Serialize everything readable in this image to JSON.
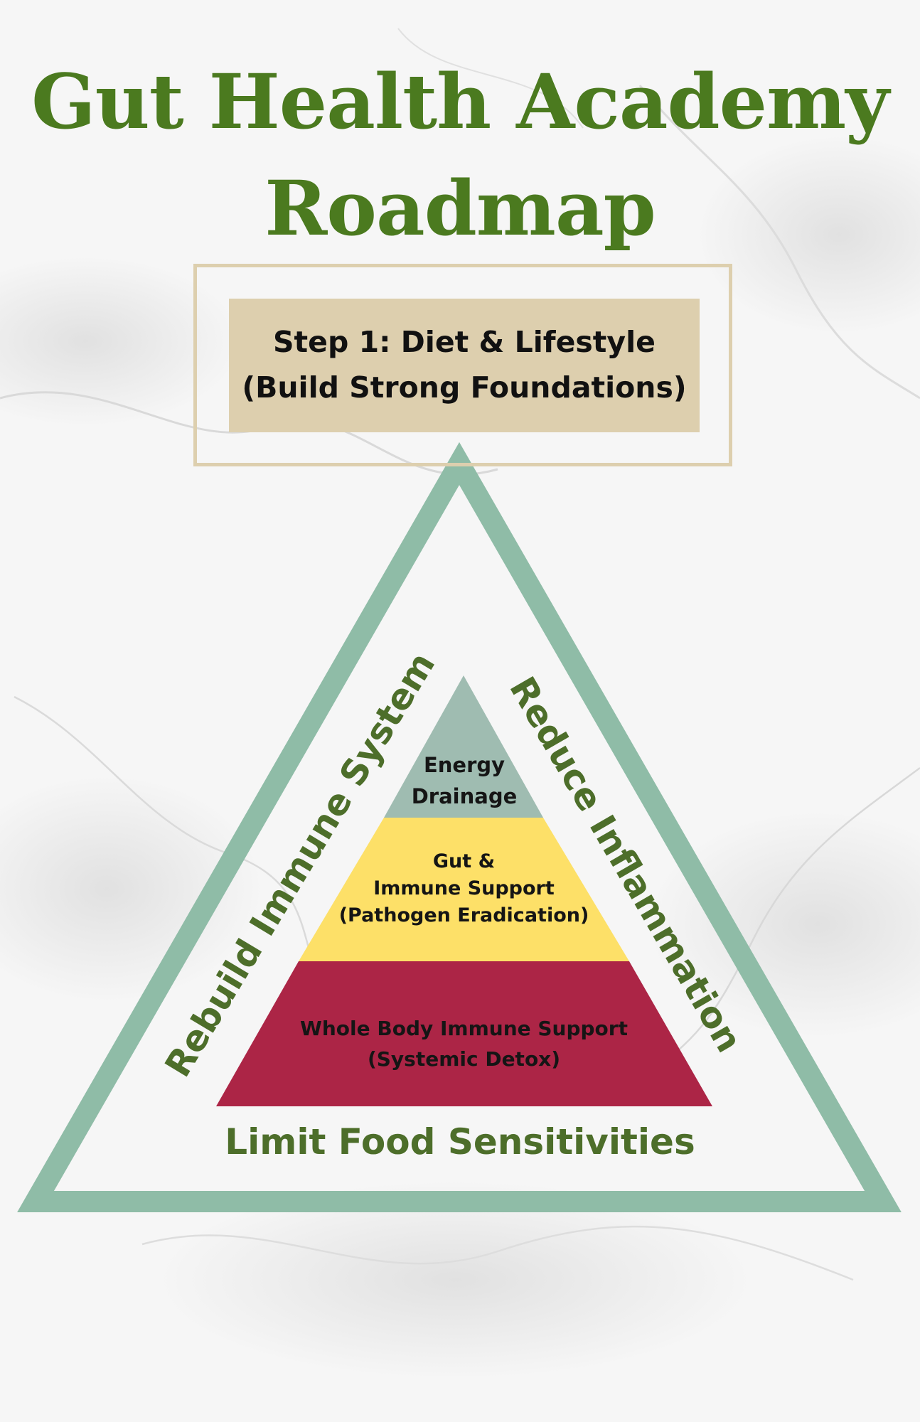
{
  "title": {
    "line1": "Gut Health Academy",
    "line2": "Roadmap"
  },
  "step": {
    "line1": "Step 1: Diet & Lifestyle",
    "line2": "(Build Strong Foundations)"
  },
  "pyramid": {
    "top": {
      "line1": "Energy",
      "line2": "Drainage"
    },
    "middle": {
      "line1": "Gut &",
      "line2": "Immune Support",
      "line3": "(Pathogen Eradication)"
    },
    "base": {
      "line1": "Whole Body Immune Support",
      "line2": "(Systemic Detox)"
    }
  },
  "outer_labels": {
    "left": "Rebuild Immune System",
    "right": "Reduce Inflammation",
    "bottom": "Limit Food Sensitivities"
  },
  "colors": {
    "title_green": "#4b7a1f",
    "label_green": "#4d6e2a",
    "frame_tan": "#ddcfae",
    "outer_triangle": "#8fbca7",
    "tier_top": "#9fbcb1",
    "tier_middle": "#fde068",
    "tier_base": "#ac2546"
  }
}
